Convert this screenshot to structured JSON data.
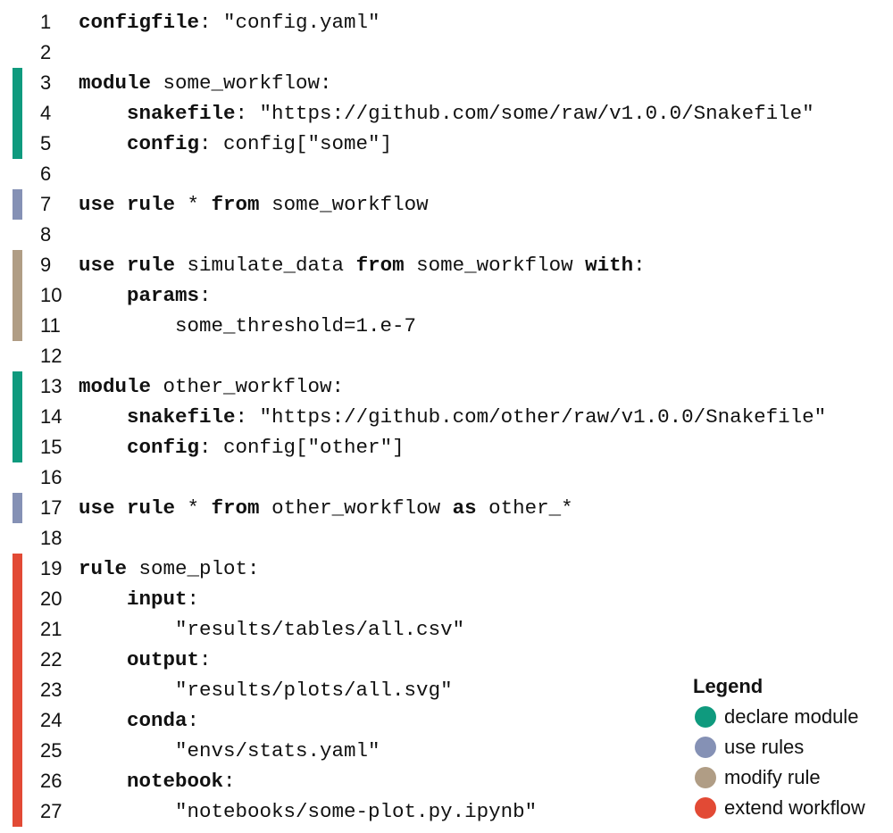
{
  "colors": {
    "declare_module": "#0f9a7e",
    "use_rules": "#8591b5",
    "modify_rule": "#b09d85",
    "extend_workflow": "#e24a35"
  },
  "lines": [
    {
      "n": "1",
      "bar": null,
      "tokens": [
        [
          "configfile",
          true
        ],
        [
          ": \"config.yaml\"",
          false
        ]
      ]
    },
    {
      "n": "2",
      "bar": null,
      "tokens": []
    },
    {
      "n": "3",
      "bar": "declare_module",
      "tokens": [
        [
          "module",
          true
        ],
        [
          " some_workflow:",
          false
        ]
      ]
    },
    {
      "n": "4",
      "bar": "declare_module",
      "tokens": [
        [
          "    ",
          false
        ],
        [
          "snakefile",
          true
        ],
        [
          ": \"https://github.com/some/raw/v1.0.0/Snakefile\"",
          false
        ]
      ]
    },
    {
      "n": "5",
      "bar": "declare_module",
      "tokens": [
        [
          "    ",
          false
        ],
        [
          "config",
          true
        ],
        [
          ": config[\"some\"]",
          false
        ]
      ]
    },
    {
      "n": "6",
      "bar": null,
      "tokens": []
    },
    {
      "n": "7",
      "bar": "use_rules",
      "tokens": [
        [
          "use rule",
          true
        ],
        [
          " * ",
          false
        ],
        [
          "from",
          true
        ],
        [
          " some_workflow",
          false
        ]
      ]
    },
    {
      "n": "8",
      "bar": null,
      "tokens": []
    },
    {
      "n": "9",
      "bar": "modify_rule",
      "tokens": [
        [
          "use rule",
          true
        ],
        [
          " simulate_data ",
          false
        ],
        [
          "from",
          true
        ],
        [
          " some_workflow ",
          false
        ],
        [
          "with",
          true
        ],
        [
          ":",
          false
        ]
      ]
    },
    {
      "n": "10",
      "bar": "modify_rule",
      "tokens": [
        [
          "    ",
          false
        ],
        [
          "params",
          true
        ],
        [
          ":",
          false
        ]
      ]
    },
    {
      "n": "11",
      "bar": "modify_rule",
      "tokens": [
        [
          "        some_threshold=1.e-7",
          false
        ]
      ]
    },
    {
      "n": "12",
      "bar": null,
      "tokens": []
    },
    {
      "n": "13",
      "bar": "declare_module",
      "tokens": [
        [
          "module",
          true
        ],
        [
          " other_workflow:",
          false
        ]
      ]
    },
    {
      "n": "14",
      "bar": "declare_module",
      "tokens": [
        [
          "    ",
          false
        ],
        [
          "snakefile",
          true
        ],
        [
          ": \"https://github.com/other/raw/v1.0.0/Snakefile\"",
          false
        ]
      ]
    },
    {
      "n": "15",
      "bar": "declare_module",
      "tokens": [
        [
          "    ",
          false
        ],
        [
          "config",
          true
        ],
        [
          ": config[\"other\"]",
          false
        ]
      ]
    },
    {
      "n": "16",
      "bar": null,
      "tokens": []
    },
    {
      "n": "17",
      "bar": "use_rules",
      "tokens": [
        [
          "use rule",
          true
        ],
        [
          " * ",
          false
        ],
        [
          "from",
          true
        ],
        [
          " other_workflow ",
          false
        ],
        [
          "as",
          true
        ],
        [
          " other_*",
          false
        ]
      ]
    },
    {
      "n": "18",
      "bar": null,
      "tokens": []
    },
    {
      "n": "19",
      "bar": "extend_workflow",
      "tokens": [
        [
          "rule",
          true
        ],
        [
          " some_plot:",
          false
        ]
      ]
    },
    {
      "n": "20",
      "bar": "extend_workflow",
      "tokens": [
        [
          "    ",
          false
        ],
        [
          "input",
          true
        ],
        [
          ":",
          false
        ]
      ]
    },
    {
      "n": "21",
      "bar": "extend_workflow",
      "tokens": [
        [
          "        \"results/tables/all.csv\"",
          false
        ]
      ]
    },
    {
      "n": "22",
      "bar": "extend_workflow",
      "tokens": [
        [
          "    ",
          false
        ],
        [
          "output",
          true
        ],
        [
          ":",
          false
        ]
      ]
    },
    {
      "n": "23",
      "bar": "extend_workflow",
      "tokens": [
        [
          "        \"results/plots/all.svg\"",
          false
        ]
      ]
    },
    {
      "n": "24",
      "bar": "extend_workflow",
      "tokens": [
        [
          "    ",
          false
        ],
        [
          "conda",
          true
        ],
        [
          ":",
          false
        ]
      ]
    },
    {
      "n": "25",
      "bar": "extend_workflow",
      "tokens": [
        [
          "        \"envs/stats.yaml\"",
          false
        ]
      ]
    },
    {
      "n": "26",
      "bar": "extend_workflow",
      "tokens": [
        [
          "    ",
          false
        ],
        [
          "notebook",
          true
        ],
        [
          ":",
          false
        ]
      ]
    },
    {
      "n": "27",
      "bar": "extend_workflow",
      "tokens": [
        [
          "        \"notebooks/some-plot.py.ipynb\"",
          false
        ]
      ]
    }
  ],
  "legend": {
    "title": "Legend",
    "items": [
      {
        "key": "declare_module",
        "label": "declare module"
      },
      {
        "key": "use_rules",
        "label": "use rules"
      },
      {
        "key": "modify_rule",
        "label": "modify rule"
      },
      {
        "key": "extend_workflow",
        "label": "extend workflow"
      }
    ]
  }
}
